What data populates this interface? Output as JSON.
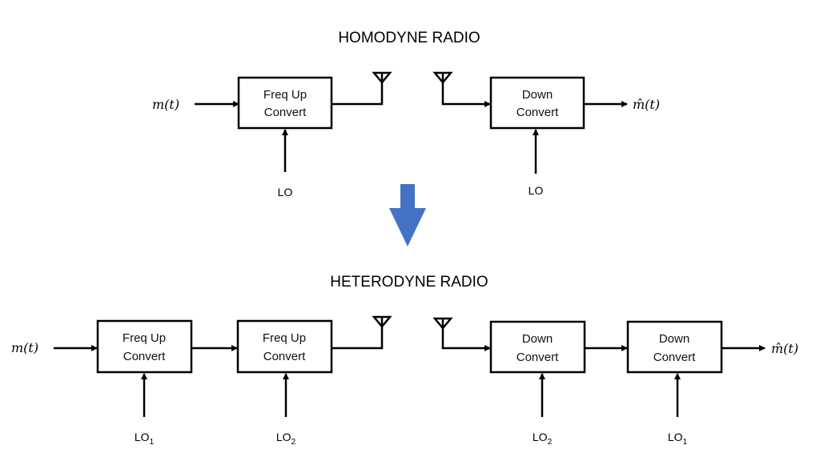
{
  "homodyne": {
    "title": "HOMODYNE RADIO",
    "input_signal": "m(t)",
    "output_signal": "m̂(t)",
    "tx_block": {
      "line1": "Freq Up",
      "line2": "Convert",
      "lo": "LO",
      "lo_sub": ""
    },
    "rx_block": {
      "line1": "Down",
      "line2": "Convert",
      "lo": "LO",
      "lo_sub": ""
    }
  },
  "transition_arrow": {
    "icon": "down-arrow-icon",
    "color": "#4472C4"
  },
  "heterodyne": {
    "title": "HETERODYNE RADIO",
    "input_signal": "m(t)",
    "output_signal": "m̂(t)",
    "tx_blocks": [
      {
        "line1": "Freq Up",
        "line2": "Convert",
        "lo": "LO",
        "lo_sub": "1"
      },
      {
        "line1": "Freq Up",
        "line2": "Convert",
        "lo": "LO",
        "lo_sub": "2"
      }
    ],
    "rx_blocks": [
      {
        "line1": "Down",
        "line2": "Convert",
        "lo": "LO",
        "lo_sub": "2"
      },
      {
        "line1": "Down",
        "line2": "Convert",
        "lo": "LO",
        "lo_sub": "1"
      }
    ]
  },
  "antenna_icon": "antenna-icon"
}
